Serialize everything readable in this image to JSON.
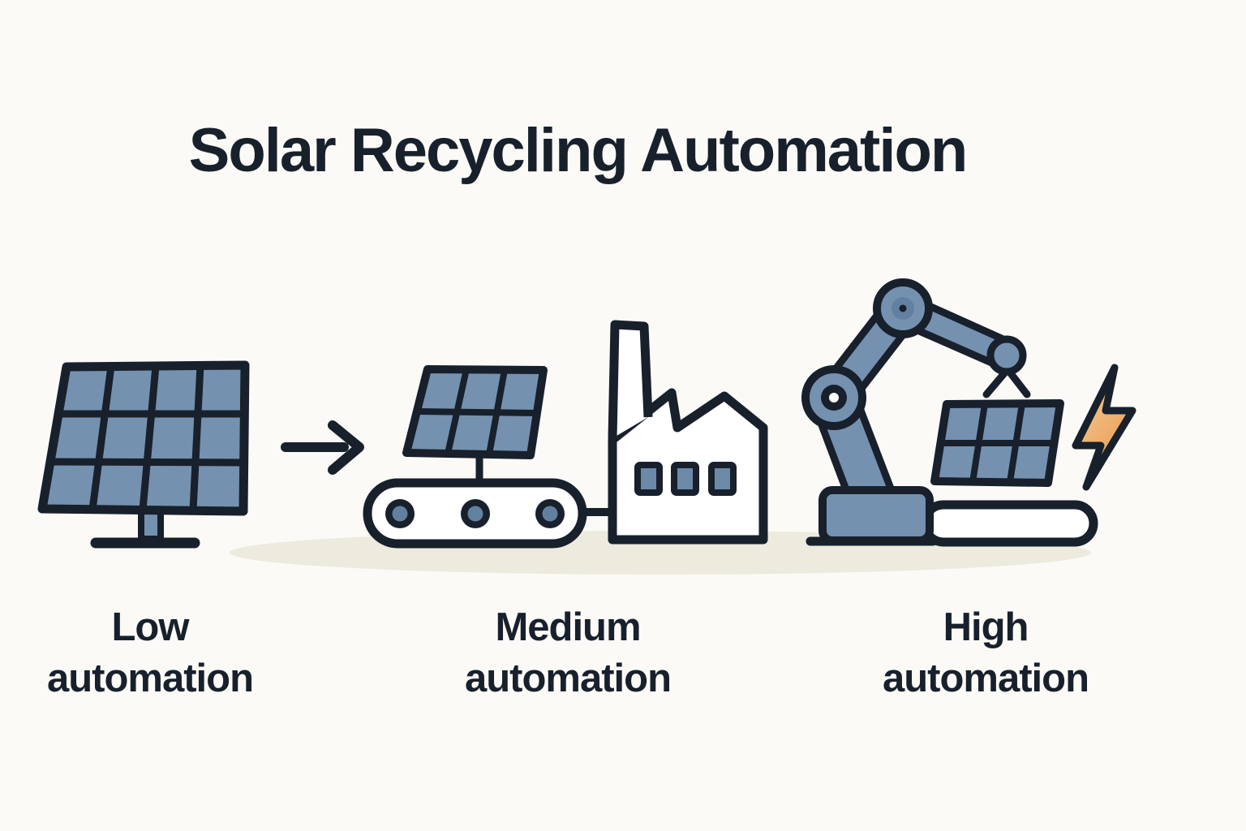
{
  "title": "Solar Recycling Automation",
  "stages": [
    {
      "name": "low-automation",
      "lines": [
        "Low",
        "automation"
      ],
      "icon": "solar-panel-icon"
    },
    {
      "name": "medium-automation",
      "lines": [
        "Medium",
        "automation"
      ],
      "icon": "solar-panel-conveyor-factory-icon"
    },
    {
      "name": "high-automation",
      "lines": [
        "High",
        "automation"
      ],
      "icon": "robot-arm-solar-panel-lightning-icon"
    }
  ],
  "flow": {
    "arrow": "right-arrow"
  },
  "colors": {
    "background": "#fbfaf6",
    "ink": "#18202c",
    "panel_blue": "#7591b0",
    "panel_blue_dark": "#62809f",
    "window_blue": "#6d89a8",
    "bolt_orange": "#e89c50",
    "bolt_orange_light": "#f7cf9e",
    "shadow": "#edeade",
    "white": "#ffffff"
  }
}
